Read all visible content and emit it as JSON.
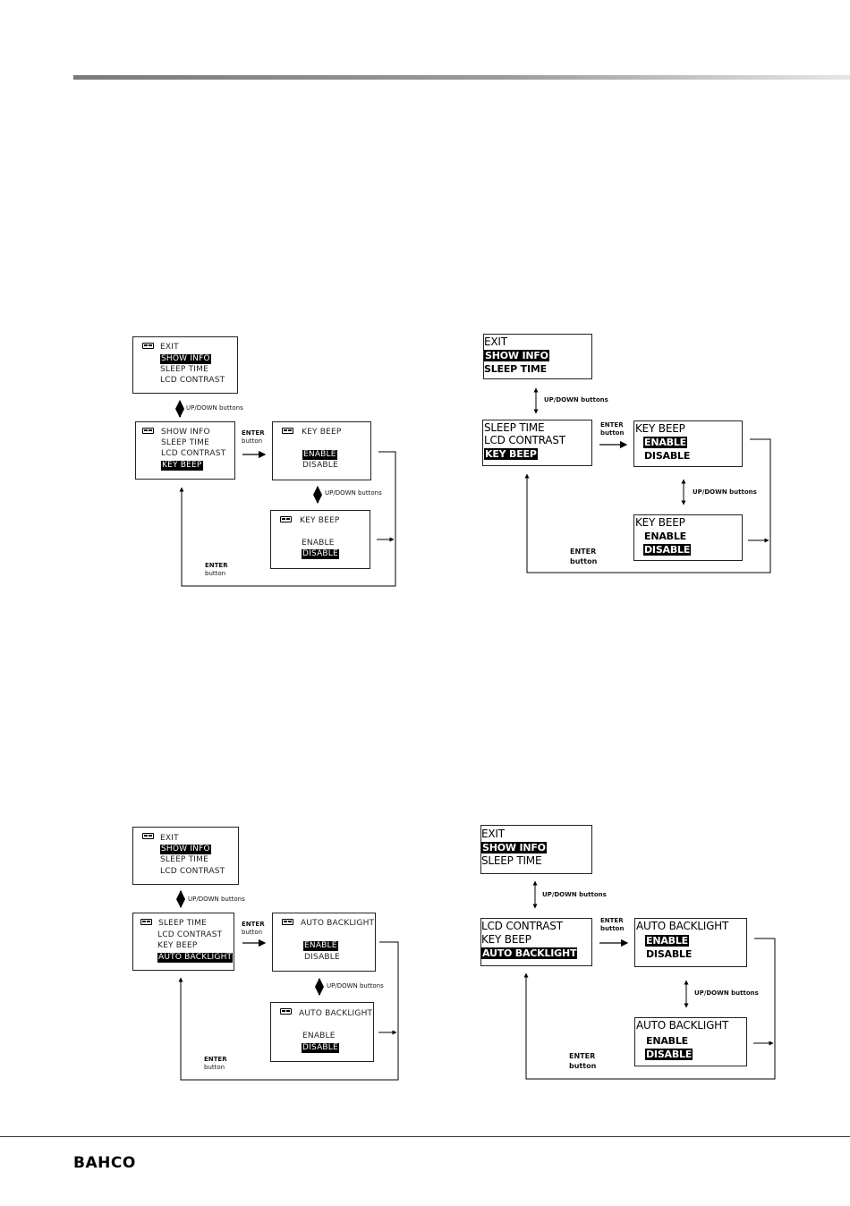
{
  "brand": {
    "logo_text": "BAHCO"
  },
  "labels": {
    "updown": "UP/DOWN buttons",
    "enter": "ENTER",
    "button": "button"
  },
  "diagram_a_left": {
    "main_menu": [
      "EXIT",
      "SHOW INFO",
      "SLEEP TIME",
      "LCD CONTRAST"
    ],
    "scrolled_menu": [
      "SHOW INFO",
      "SLEEP TIME",
      "LCD CONTRAST",
      "KEY BEEP"
    ],
    "option_title": "KEY BEEP",
    "enable": "ENABLE",
    "disable": "DISABLE"
  },
  "diagram_a_right": {
    "main_menu": [
      "EXIT",
      "SHOW INFO",
      "SLEEP TIME"
    ],
    "scrolled_menu": [
      "SLEEP TIME",
      "LCD CONTRAST",
      "KEY BEEP"
    ],
    "option_title": "KEY BEEP",
    "enable": "ENABLE",
    "disable": "DISABLE"
  },
  "diagram_b_left": {
    "main_menu": [
      "EXIT",
      "SHOW INFO",
      "SLEEP TIME",
      "LCD CONTRAST"
    ],
    "scrolled_menu": [
      "SLEEP TIME",
      "LCD CONTRAST",
      "KEY BEEP",
      "AUTO BACKLIGHT"
    ],
    "option_title": "AUTO BACKLIGHT",
    "enable": "ENABLE",
    "disable": "DISABLE"
  },
  "diagram_b_right": {
    "main_menu": [
      "EXIT",
      "SHOW INFO",
      "SLEEP TIME"
    ],
    "scrolled_menu": [
      "LCD CONTRAST",
      "KEY BEEP",
      "AUTO BACKLIGHT"
    ],
    "option_title": "AUTO BACKLIGHT",
    "enable": "ENABLE",
    "disable": "DISABLE"
  },
  "colors": {
    "highlight_bg": "#000000",
    "highlight_fg": "#ffffff",
    "header_bar": "#8a8a8a"
  }
}
